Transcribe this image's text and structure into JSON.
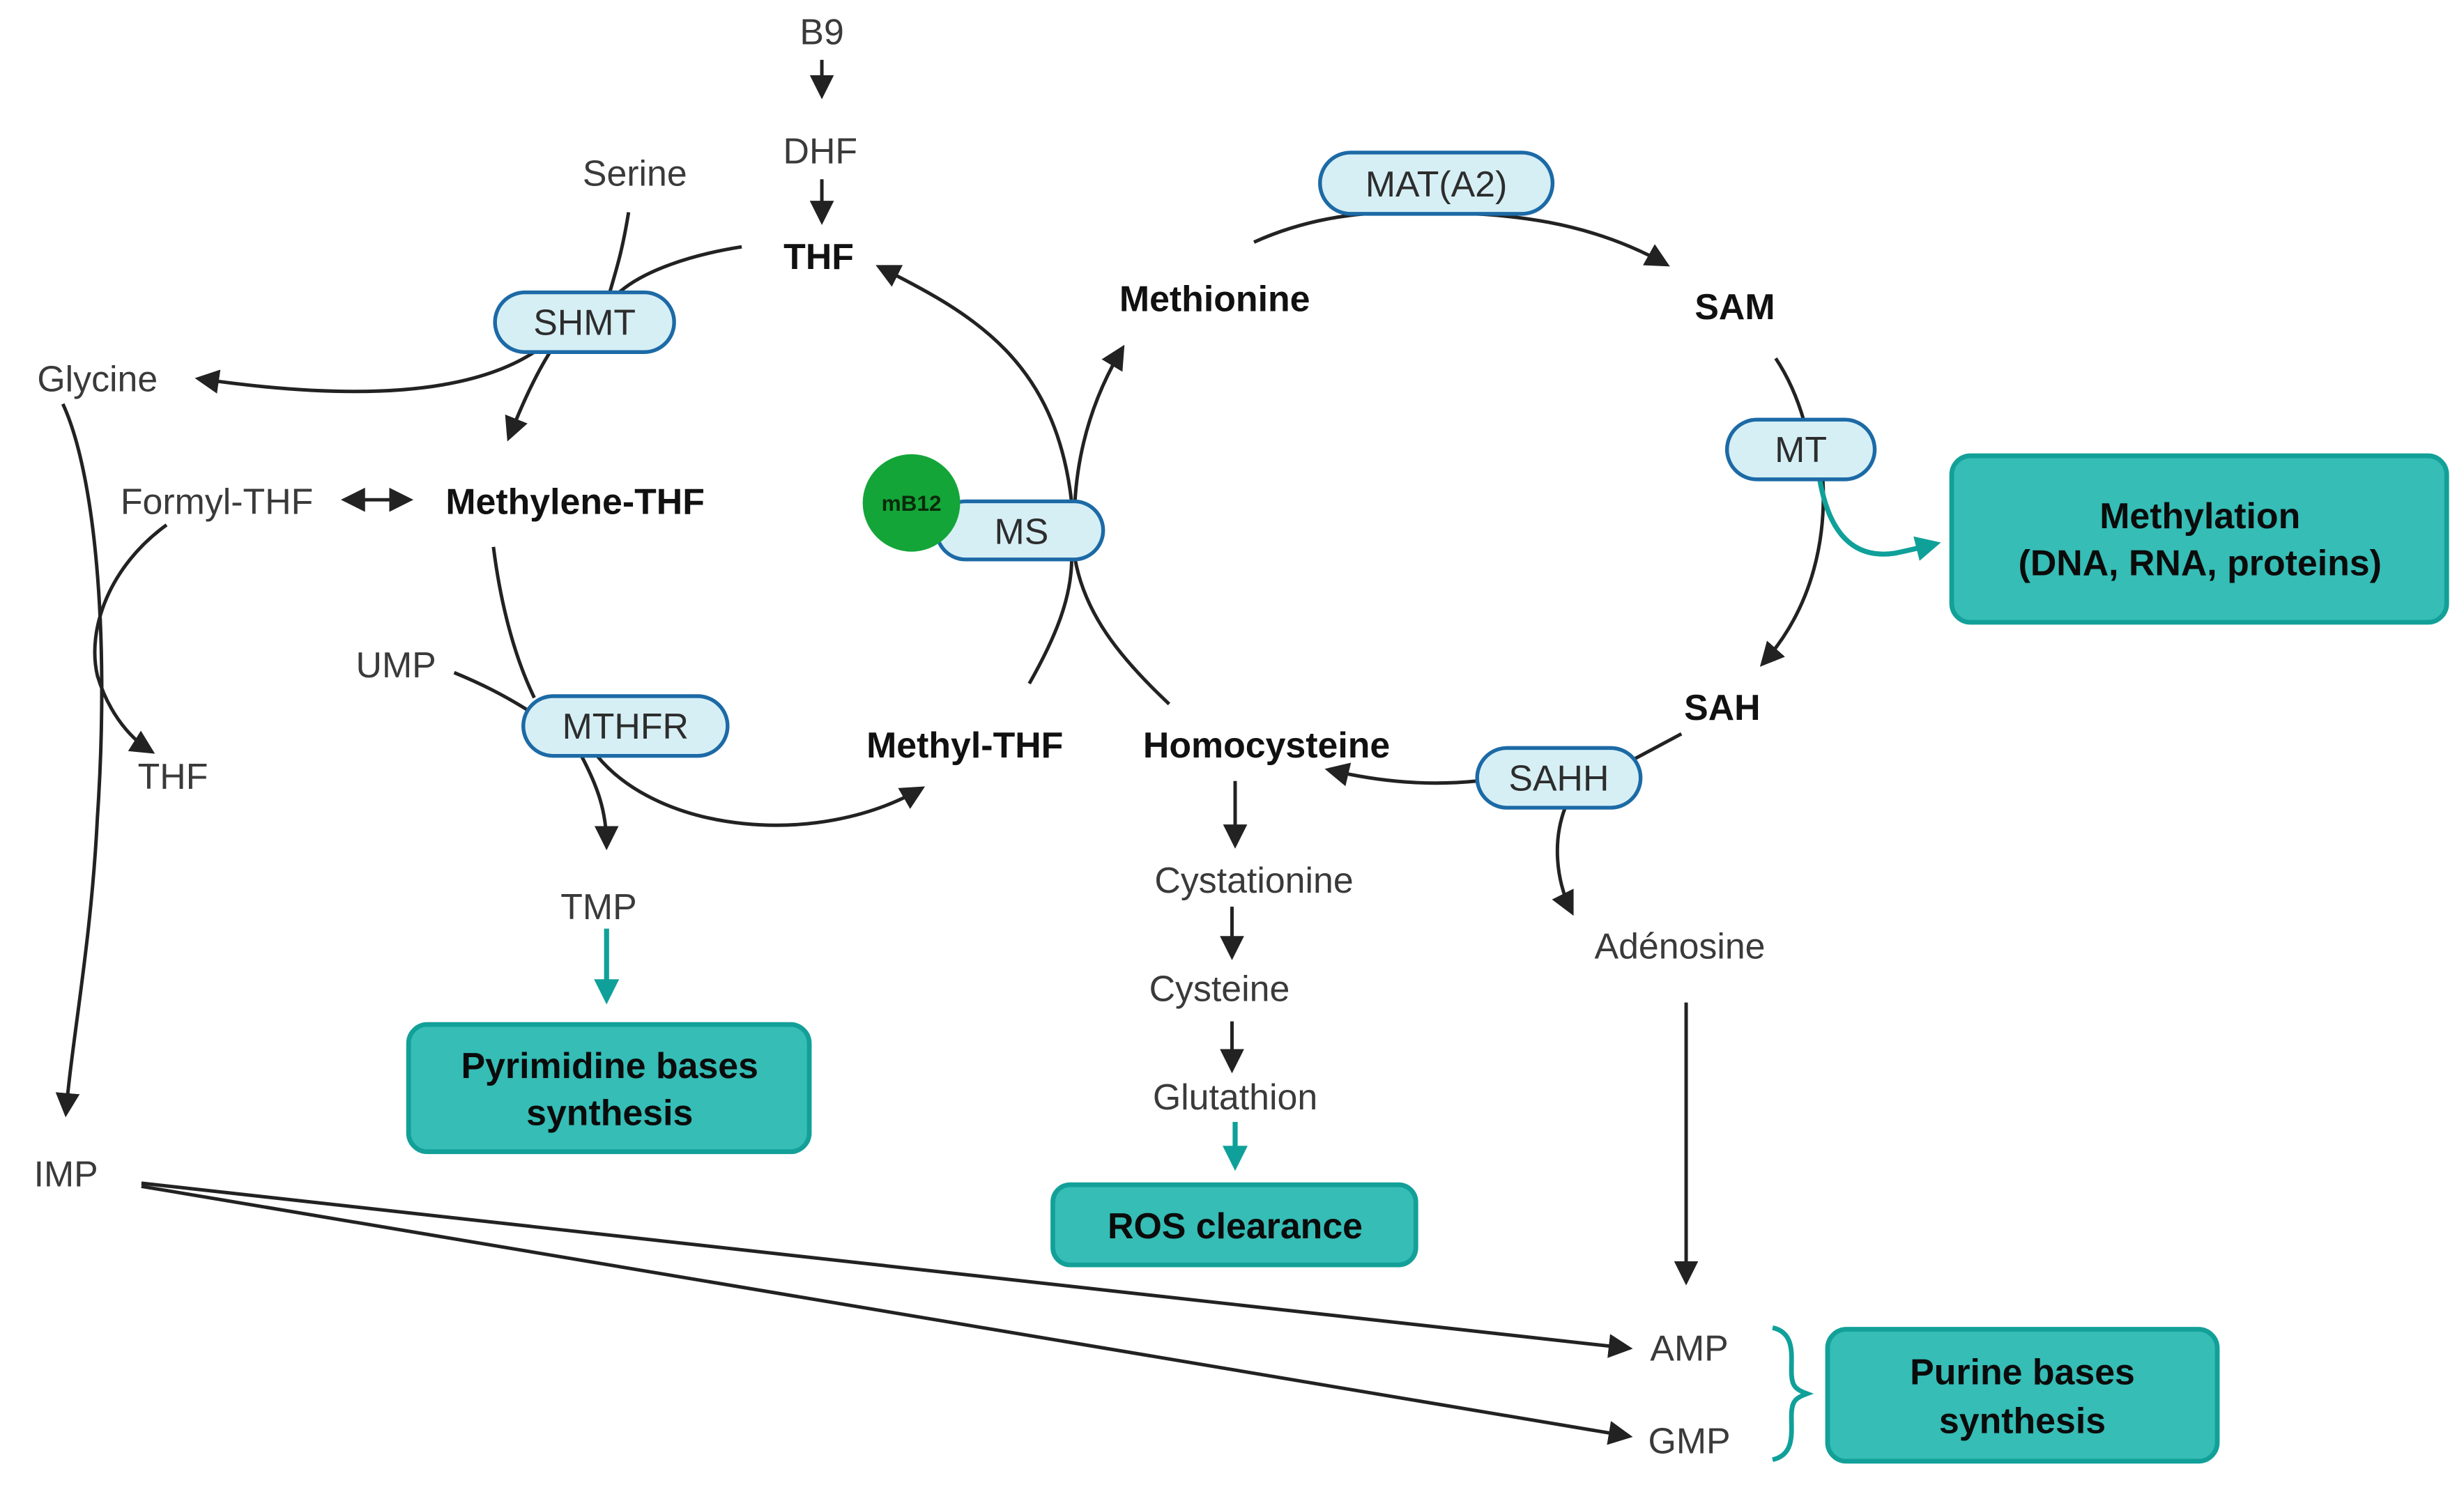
{
  "diagram": {
    "type": "metabolic-pathway",
    "colors": {
      "enzyme_fill": "#d6eff5",
      "enzyme_border": "#1c6aa6",
      "outcome_fill": "#35bdb6",
      "outcome_border": "#12a098",
      "cofactor": "#13a538",
      "arrow": "#222222",
      "teal_arrow": "#10a09a"
    },
    "metabolites": {
      "b9": "B9",
      "dhf": "DHF",
      "thf_main": "THF",
      "serine": "Serine",
      "glycine": "Glycine",
      "formyl_thf": "Formyl-THF",
      "methylene_thf": "Methylene-THF",
      "thf_side": "THF",
      "ump": "UMP",
      "tmp": "TMP",
      "methyl_thf": "Methyl-THF",
      "homocysteine": "Homocysteine",
      "methionine": "Methionine",
      "sam": "SAM",
      "sah": "SAH",
      "cystationine": "Cystationine",
      "cysteine": "Cysteine",
      "glutathion": "Glutathion",
      "adenosine": "Adénosine",
      "imp": "IMP",
      "amp": "AMP",
      "gmp": "GMP"
    },
    "enzymes": {
      "shmt": "SHMT",
      "mthfr": "MTHFR",
      "ms": "MS",
      "mat": "MAT(A2)",
      "mt": "MT",
      "sahh": "SAHH"
    },
    "cofactor": {
      "label": "mB12"
    },
    "outcomes": {
      "methylation_line1": "Methylation",
      "methylation_line2": "(DNA, RNA, proteins)",
      "pyrimidine_line1": "Pyrimidine bases",
      "pyrimidine_line2": "synthesis",
      "ros": "ROS clearance",
      "purine_line1": "Purine bases",
      "purine_line2": "synthesis"
    }
  }
}
